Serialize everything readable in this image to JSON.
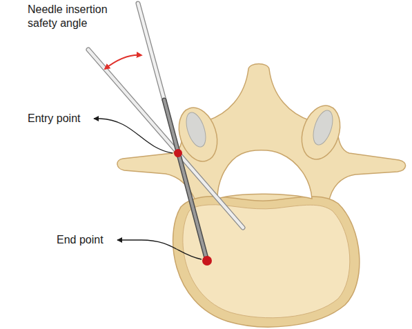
{
  "diagram": {
    "labels": [
      "Needle insertion safety angle",
      "Entry point",
      "End point"
    ]
  }
}
